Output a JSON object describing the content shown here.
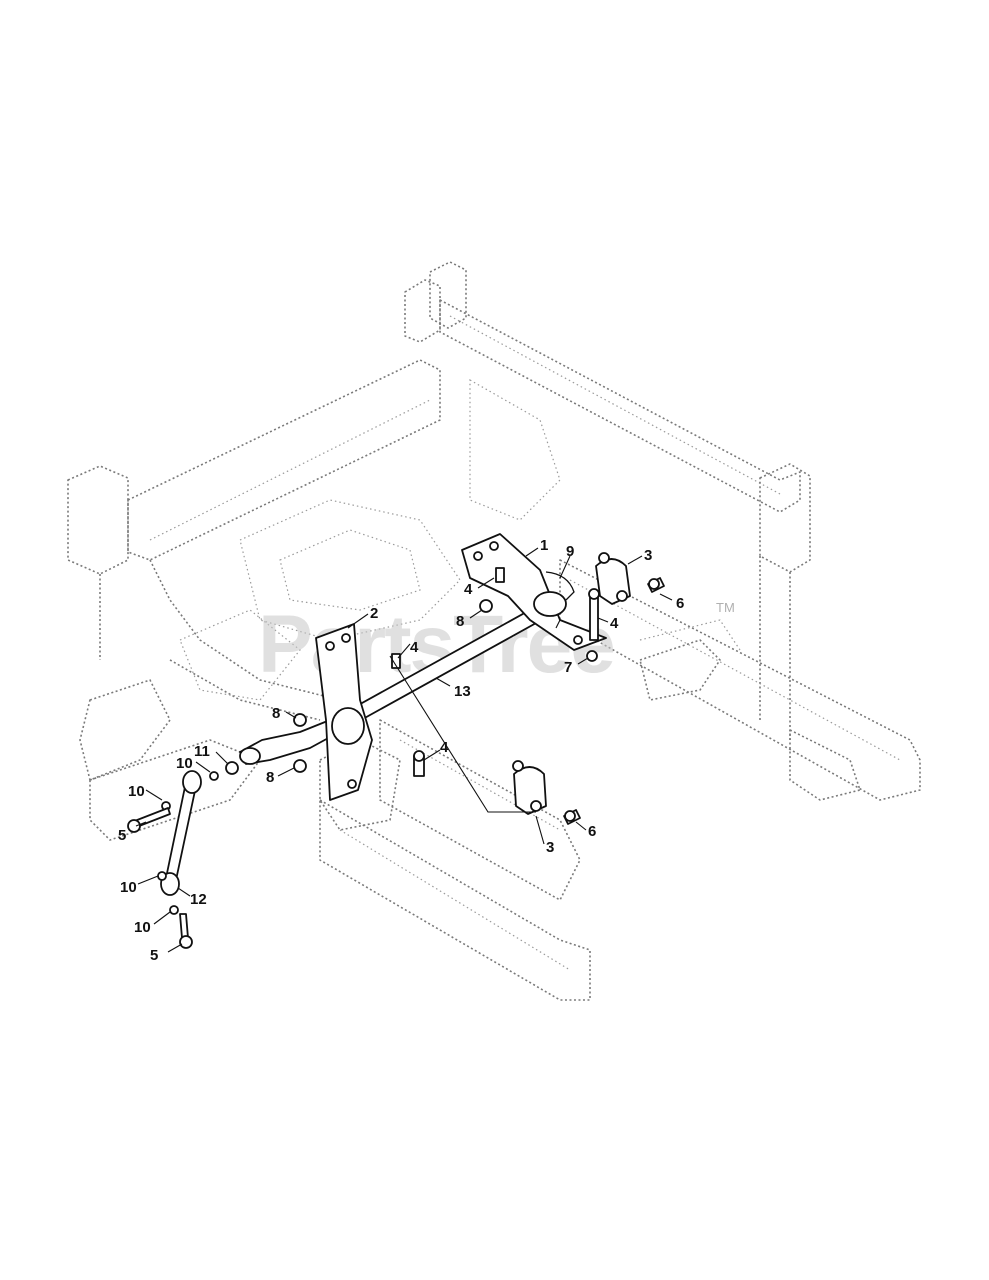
{
  "watermark": {
    "brand": "PartsTree",
    "trademark": "TM"
  },
  "callouts": [
    {
      "id": "c1",
      "label": "1"
    },
    {
      "id": "c2",
      "label": "2"
    },
    {
      "id": "c3a",
      "label": "3"
    },
    {
      "id": "c3b",
      "label": "3"
    },
    {
      "id": "c4a",
      "label": "4"
    },
    {
      "id": "c4b",
      "label": "4"
    },
    {
      "id": "c4c",
      "label": "4"
    },
    {
      "id": "c4d",
      "label": "4"
    },
    {
      "id": "c5a",
      "label": "5"
    },
    {
      "id": "c5b",
      "label": "5"
    },
    {
      "id": "c6a",
      "label": "6"
    },
    {
      "id": "c6b",
      "label": "6"
    },
    {
      "id": "c7",
      "label": "7"
    },
    {
      "id": "c8a",
      "label": "8"
    },
    {
      "id": "c8b",
      "label": "8"
    },
    {
      "id": "c8c",
      "label": "8"
    },
    {
      "id": "c9",
      "label": "9"
    },
    {
      "id": "c10a",
      "label": "10"
    },
    {
      "id": "c10b",
      "label": "10"
    },
    {
      "id": "c10c",
      "label": "10"
    },
    {
      "id": "c10d",
      "label": "10"
    },
    {
      "id": "c11",
      "label": "11"
    },
    {
      "id": "c12",
      "label": "12"
    },
    {
      "id": "c13",
      "label": "13"
    }
  ]
}
